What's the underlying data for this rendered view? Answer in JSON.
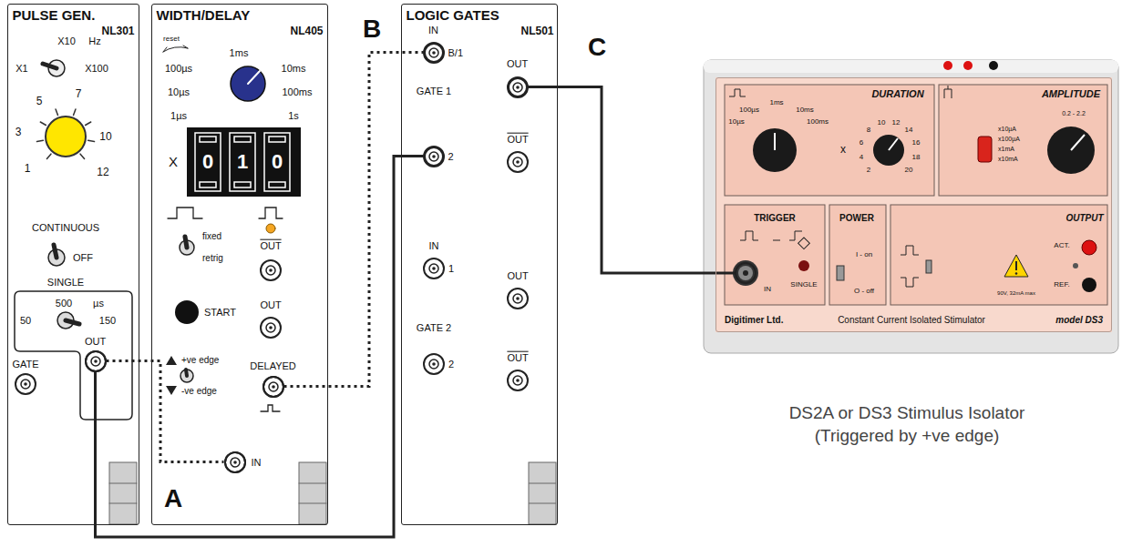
{
  "diagram": {
    "caption": "DS2A or DS3 Stimulus Isolator (Triggered by +ve edge)",
    "nodes": [
      {
        "text": [
          "PULSE GEN.",
          "NL301"
        ]
      },
      {
        "text": [
          "OUT"
        ],
        "in": 0
      },
      {
        "text": [
          "WIDTH/DELAY",
          "NL405"
        ]
      },
      {
        "text": [
          "DELAYED"
        ],
        "in": 2
      },
      {
        "text": [
          "IN"
        ],
        "in": 2
      },
      {
        "text": [
          "LOGIC GATES",
          "NL501"
        ]
      },
      {
        "text": [
          "IN",
          "B/1"
        ],
        "in": 5
      },
      {
        "text": [
          "2"
        ],
        "in": 5
      },
      {
        "text": [
          "OUT"
        ],
        "in": 5
      },
      {
        "text": [
          "DURATION",
          "AMPLITUDE",
          "100µs",
          "1ms",
          "10ms",
          "10µs",
          "100ms",
          "x",
          "2",
          "4",
          "6",
          "8",
          "10",
          "12",
          "14",
          "16",
          "18",
          "20",
          "x10µA",
          "x100µA",
          "x1mA",
          "x10mA",
          "0.2 - 2.2",
          "TRIGGER",
          "SINGLE",
          "POWER",
          "I - on",
          "O - off",
          "OUTPUT",
          "ACT.",
          "REF.",
          "90V, 32mA max",
          "Digitimer Ltd.",
          "Constant Current Isolated Stimulator",
          "model DS3"
        ]
      },
      {
        "text": [
          "IN"
        ],
        "in": 9
      }
    ],
    "edges": [
      {
        "from": 1,
        "to": 4,
        "arrow": "none"
      },
      {
        "from": 1,
        "to": 7,
        "arrow": "none"
      },
      {
        "from": 3,
        "to": 6,
        "arrow": "none"
      },
      {
        "from": 8,
        "to": 10,
        "arrow": "none"
      }
    ],
    "labels": [
      "X10",
      "Hz",
      "X1",
      "X100",
      "5",
      "7",
      "3",
      "10",
      "1",
      "12",
      "CONTINUOUS",
      "OFF",
      "SINGLE",
      "500",
      "µs",
      "50",
      "150",
      "GATE",
      "reset",
      "1ms",
      "100µs",
      "10ms",
      "10µs",
      "100ms",
      "1µs",
      "1s",
      "X",
      "0",
      "1",
      "0",
      "fixed",
      "retrig",
      "OUT",
      "START",
      "OUT",
      "+ve edge",
      "-ve edge",
      "GATE 1",
      "OUT",
      "IN",
      "1",
      "GATE 2",
      "2",
      "OUT",
      "OUT",
      "A",
      "B",
      "C"
    ]
  }
}
